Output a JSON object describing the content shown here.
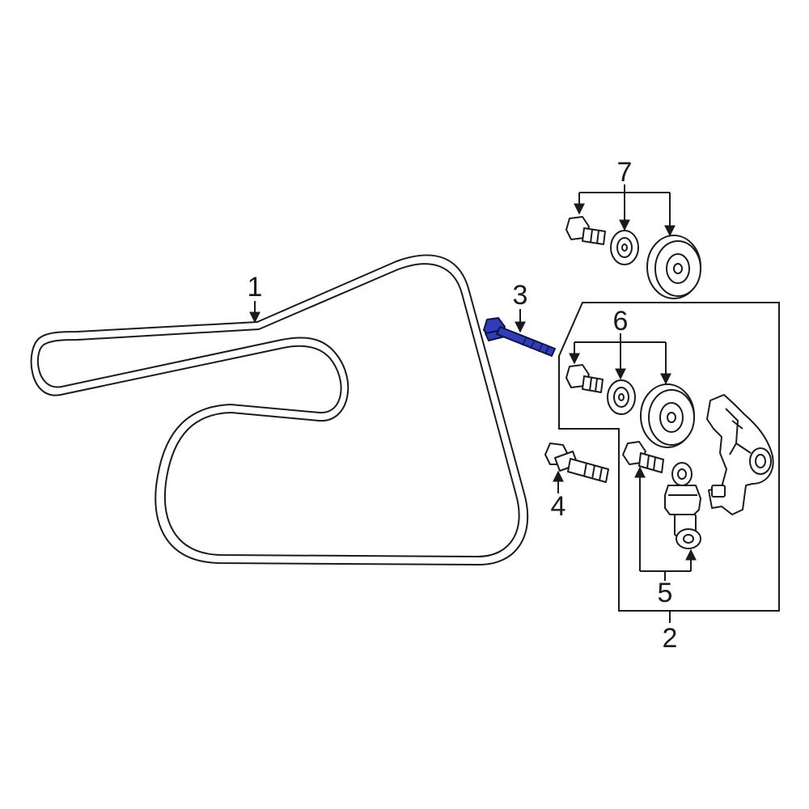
{
  "diagram": {
    "callouts": {
      "c1": "1",
      "c2": "2",
      "c3": "3",
      "c4": "4",
      "c5": "5",
      "c6": "6",
      "c7": "7"
    },
    "highlight_color": "#2f3dbb",
    "line_color": "#1a1a1a",
    "background_color": "#ffffff"
  }
}
